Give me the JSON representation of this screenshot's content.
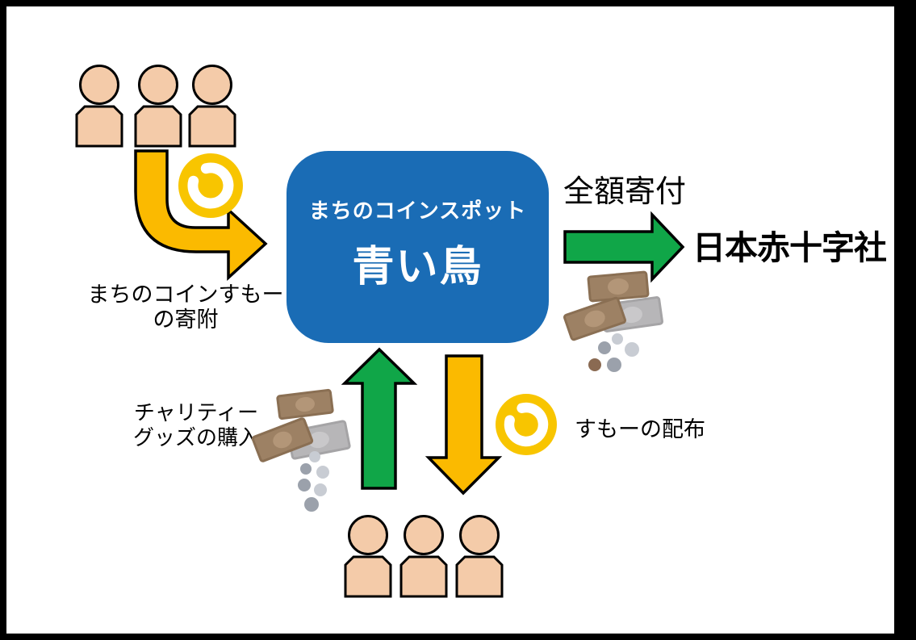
{
  "colors": {
    "frame": "#000000",
    "background": "#ffffff",
    "box_blue": "#1a6cb5",
    "arrow_green": "#10a648",
    "arrow_yellow": "#fbba00",
    "coin_yellow": "#f8c500",
    "coin_mark_white": "#ffffff",
    "outline_black": "#000000",
    "person_skin": "#f4cba9",
    "bill_brown": "#9d8164",
    "bill_brown_dark": "#8a6f53",
    "bill_brown_oval": "#b39678",
    "bill_gray": "#b7b6b8",
    "bill_gray_dark": "#a5a4a6",
    "bill_gray_oval": "#c9c8ca",
    "coin_gray": "#9ba1ab",
    "coin_light": "#c8ccd3",
    "coin_brown": "#8a6a52"
  },
  "center_box": {
    "subtitle": "まちのコインスポット",
    "title": "青い鳥"
  },
  "labels": {
    "donation_line1": "まちのコインすもー",
    "donation_line2": "の寄附",
    "full_donation": "全額寄付",
    "recipient": "日本赤十字社",
    "purchase_line1": "チャリティー",
    "purchase_line2": "グッズの購入",
    "distribution": "すもーの配布"
  },
  "figures": {
    "people_top_count": 3,
    "people_bottom_count": 3
  }
}
